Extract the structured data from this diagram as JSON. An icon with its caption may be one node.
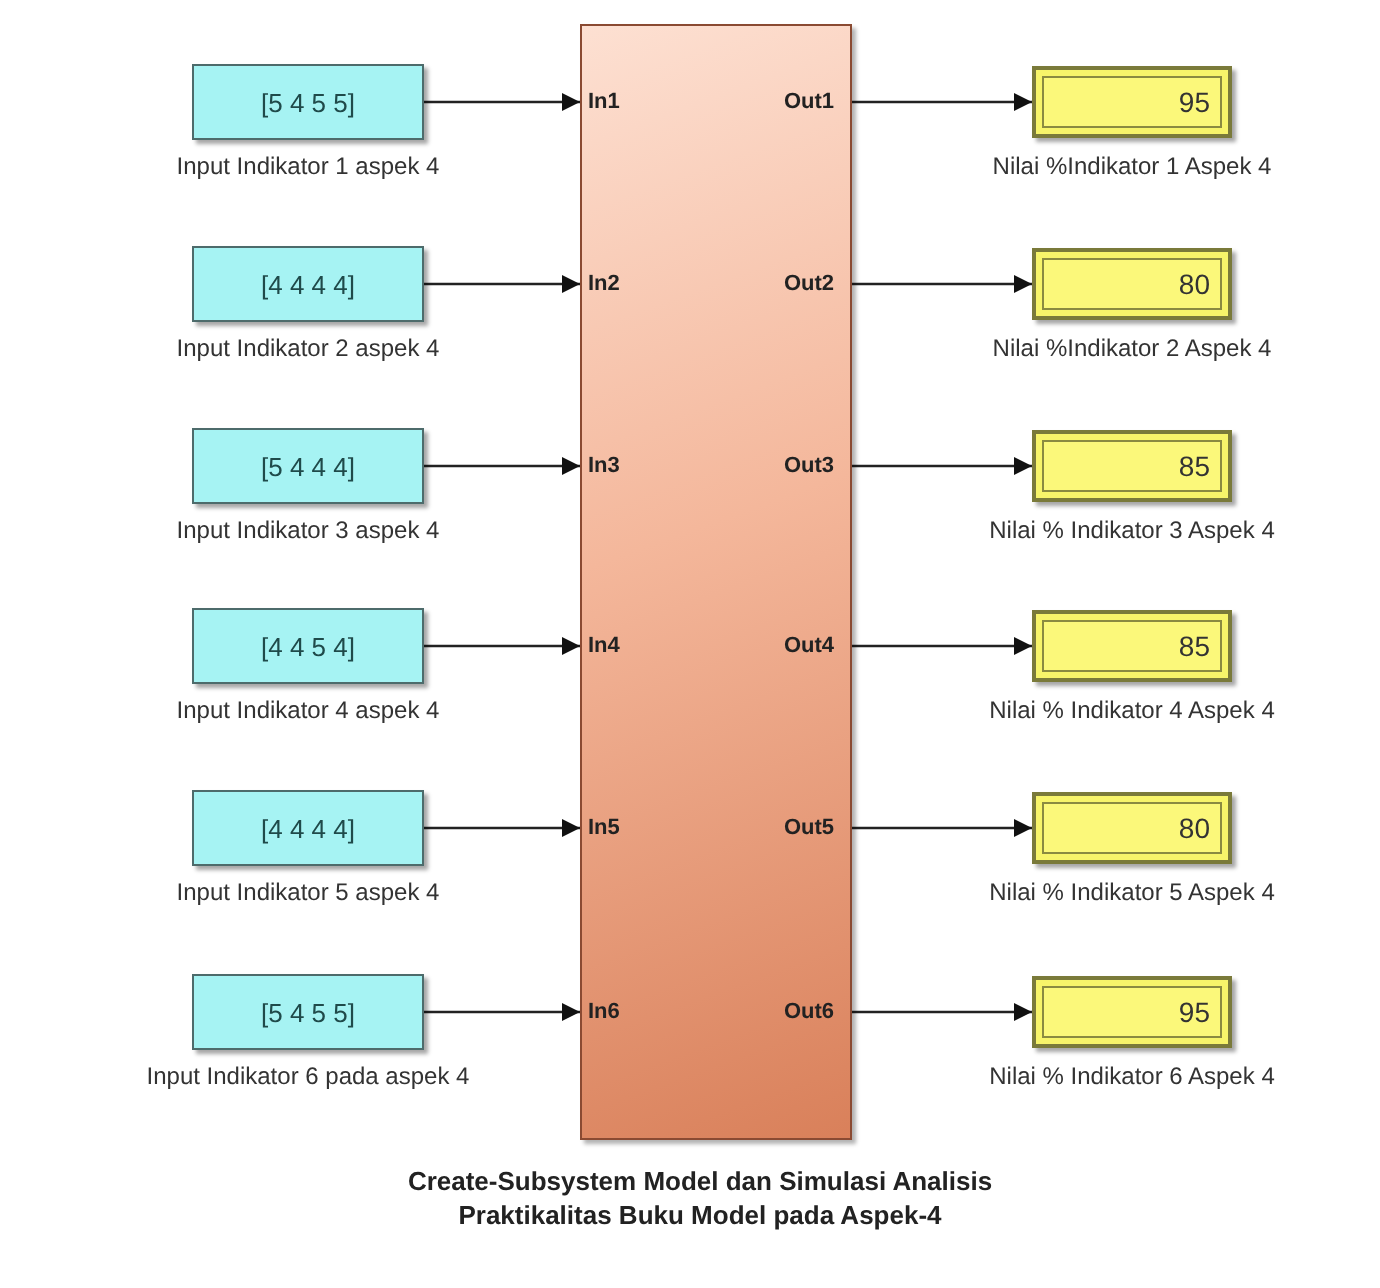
{
  "diagram": {
    "nodes": [
      {
        "text": [
          "Create-Subsystem Model dan Simulasi Analisis Praktikalitas Buku Model pada Aspek-4"
        ]
      },
      {
        "text": [
          "In1"
        ],
        "in": 0
      },
      {
        "text": [
          "In2"
        ],
        "in": 0
      },
      {
        "text": [
          "In3"
        ],
        "in": 0
      },
      {
        "text": [
          "In4"
        ],
        "in": 0
      },
      {
        "text": [
          "In5"
        ],
        "in": 0
      },
      {
        "text": [
          "In6"
        ],
        "in": 0
      },
      {
        "text": [
          "Out1"
        ],
        "in": 0
      },
      {
        "text": [
          "Out2"
        ],
        "in": 0
      },
      {
        "text": [
          "Out3"
        ],
        "in": 0
      },
      {
        "text": [
          "Out4"
        ],
        "in": 0
      },
      {
        "text": [
          "Out5"
        ],
        "in": 0
      },
      {
        "text": [
          "Out6"
        ],
        "in": 0
      },
      {
        "text": [
          "[5 4 5 5]"
        ],
        "beside": [
          "Input Indikator 1 aspek 4"
        ]
      },
      {
        "text": [
          "[4 4 4 4]"
        ],
        "beside": [
          "Input Indikator 2 aspek 4"
        ]
      },
      {
        "text": [
          "[5 4 4 4]"
        ],
        "beside": [
          "Input Indikator 3 aspek 4"
        ]
      },
      {
        "text": [
          "[4 4 5 4]"
        ],
        "beside": [
          "Input Indikator 4 aspek 4"
        ]
      },
      {
        "text": [
          "[4 4 4 4]"
        ],
        "beside": [
          "Input Indikator 5 aspek 4"
        ]
      },
      {
        "text": [
          "[5 4 5 5]"
        ],
        "beside": [
          "Input Indikator 6 pada aspek 4"
        ]
      },
      {
        "text": [
          "95"
        ],
        "beside": [
          "Nilai %Indikator 1 Aspek 4"
        ]
      },
      {
        "text": [
          "80"
        ],
        "beside": [
          "Nilai %Indikator 2 Aspek 4"
        ]
      },
      {
        "text": [
          "85"
        ],
        "beside": [
          "Nilai % Indikator 3 Aspek 4"
        ]
      },
      {
        "text": [
          "85"
        ],
        "beside": [
          "Nilai % Indikator 4 Aspek 4"
        ]
      },
      {
        "text": [
          "80"
        ],
        "beside": [
          "Nilai % Indikator 5 Aspek 4"
        ]
      },
      {
        "text": [
          "95"
        ],
        "beside": [
          "Nilai % Indikator 6 Aspek 4"
        ]
      }
    ],
    "edges": [
      {
        "from": 13,
        "to": 1,
        "arrow": "to"
      },
      {
        "from": 14,
        "to": 2,
        "arrow": "to"
      },
      {
        "from": 15,
        "to": 3,
        "arrow": "to"
      },
      {
        "from": 16,
        "to": 4,
        "arrow": "to"
      },
      {
        "from": 17,
        "to": 5,
        "arrow": "to"
      },
      {
        "from": 18,
        "to": 6,
        "arrow": "to"
      },
      {
        "from": 7,
        "to": 19,
        "arrow": "to"
      },
      {
        "from": 8,
        "to": 20,
        "arrow": "to"
      },
      {
        "from": 9,
        "to": 21,
        "arrow": "to"
      },
      {
        "from": 10,
        "to": 22,
        "arrow": "to"
      },
      {
        "from": 11,
        "to": 23,
        "arrow": "to"
      },
      {
        "from": 12,
        "to": 24,
        "arrow": "to"
      }
    ]
  }
}
